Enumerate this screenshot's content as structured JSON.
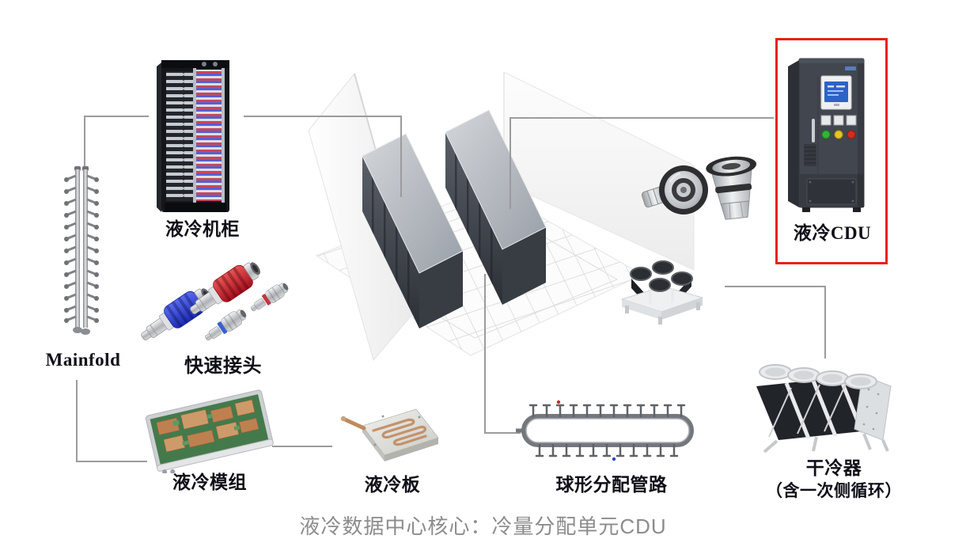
{
  "caption": "液冷数据中心核心：冷量分配单元CDU",
  "labels": {
    "rack": "液冷机柜",
    "manifold": "Mainfold",
    "quick_connector": "快速接头",
    "cooling_module": "液冷模组",
    "cold_plate": "液冷板",
    "pipeline": "球形分配管路",
    "dry_cooler_line1": "干冷器",
    "dry_cooler_line2": "（含一次侧循环）",
    "cdu": "液冷CDU"
  },
  "colors": {
    "highlight_box_red": "#e7221c",
    "connector_line_gray": "#9b9b9b",
    "label_text": "#0f0f18",
    "caption_text": "#8c8c8c",
    "connector_blue": "#2433c4",
    "connector_red": "#b01622",
    "cdu_light_green": "#2fb633",
    "cdu_light_yellow": "#e7c520",
    "cdu_light_red": "#d62b20"
  }
}
